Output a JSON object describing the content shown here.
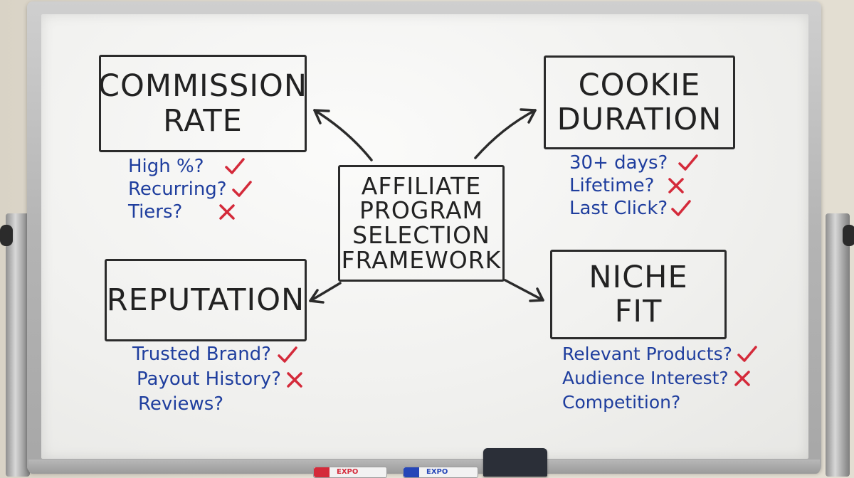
{
  "center": {
    "lines": [
      "AFFILIATE",
      "PROGRAM",
      "SELECTION",
      "FRAMEWORK"
    ]
  },
  "commission": {
    "title_lines": [
      "COMMISSION",
      "RATE"
    ],
    "items": [
      {
        "label": "High %?",
        "mark": "check"
      },
      {
        "label": "Recurring?",
        "mark": "check"
      },
      {
        "label": "Tiers?",
        "mark": "cross"
      }
    ]
  },
  "cookie": {
    "title_lines": [
      "COOKIE",
      "DURATION"
    ],
    "items": [
      {
        "label": "30+ days?",
        "mark": "check"
      },
      {
        "label": "Lifetime?",
        "mark": "cross"
      },
      {
        "label": "Last Click?",
        "mark": "check"
      }
    ]
  },
  "reputation": {
    "title_lines": [
      "REPUTATION"
    ],
    "items": [
      {
        "label": "Trusted Brand?",
        "mark": "check"
      },
      {
        "label": "Payout History?",
        "mark": "cross"
      },
      {
        "label": "Reviews?",
        "mark": "none"
      }
    ]
  },
  "niche": {
    "title_lines": [
      "NICHE",
      "FIT"
    ],
    "items": [
      {
        "label": "Relevant Products?",
        "mark": "check"
      },
      {
        "label": "Audience Interest?",
        "mark": "cross"
      },
      {
        "label": "Competition?",
        "mark": "none"
      }
    ]
  },
  "colors": {
    "ink_black": "#2b2b2b",
    "ink_blue": "#1f3e9e",
    "ink_red": "#d42a3a",
    "eraser": "#2b2f38"
  },
  "markers": [
    {
      "brand": "EXPO",
      "cap_color": "#d42a3a"
    },
    {
      "brand": "EXPO",
      "cap_color": "#2546b8"
    }
  ]
}
